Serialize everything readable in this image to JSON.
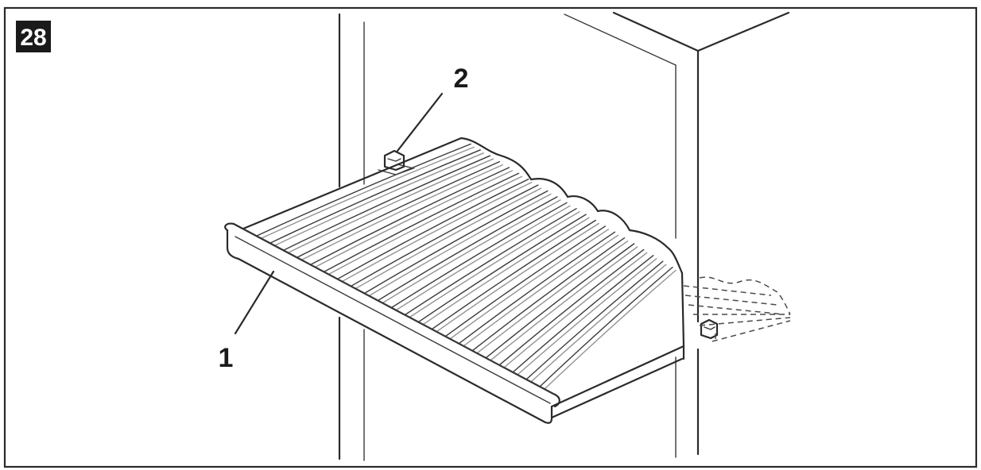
{
  "figure": {
    "number": "28",
    "callouts": [
      {
        "id": "1",
        "label": "1"
      },
      {
        "id": "2",
        "label": "2"
      }
    ]
  },
  "colors": {
    "line": "#2a2a2a",
    "badge_bg": "#1a1a1a",
    "badge_fg": "#ffffff",
    "background": "#ffffff"
  }
}
